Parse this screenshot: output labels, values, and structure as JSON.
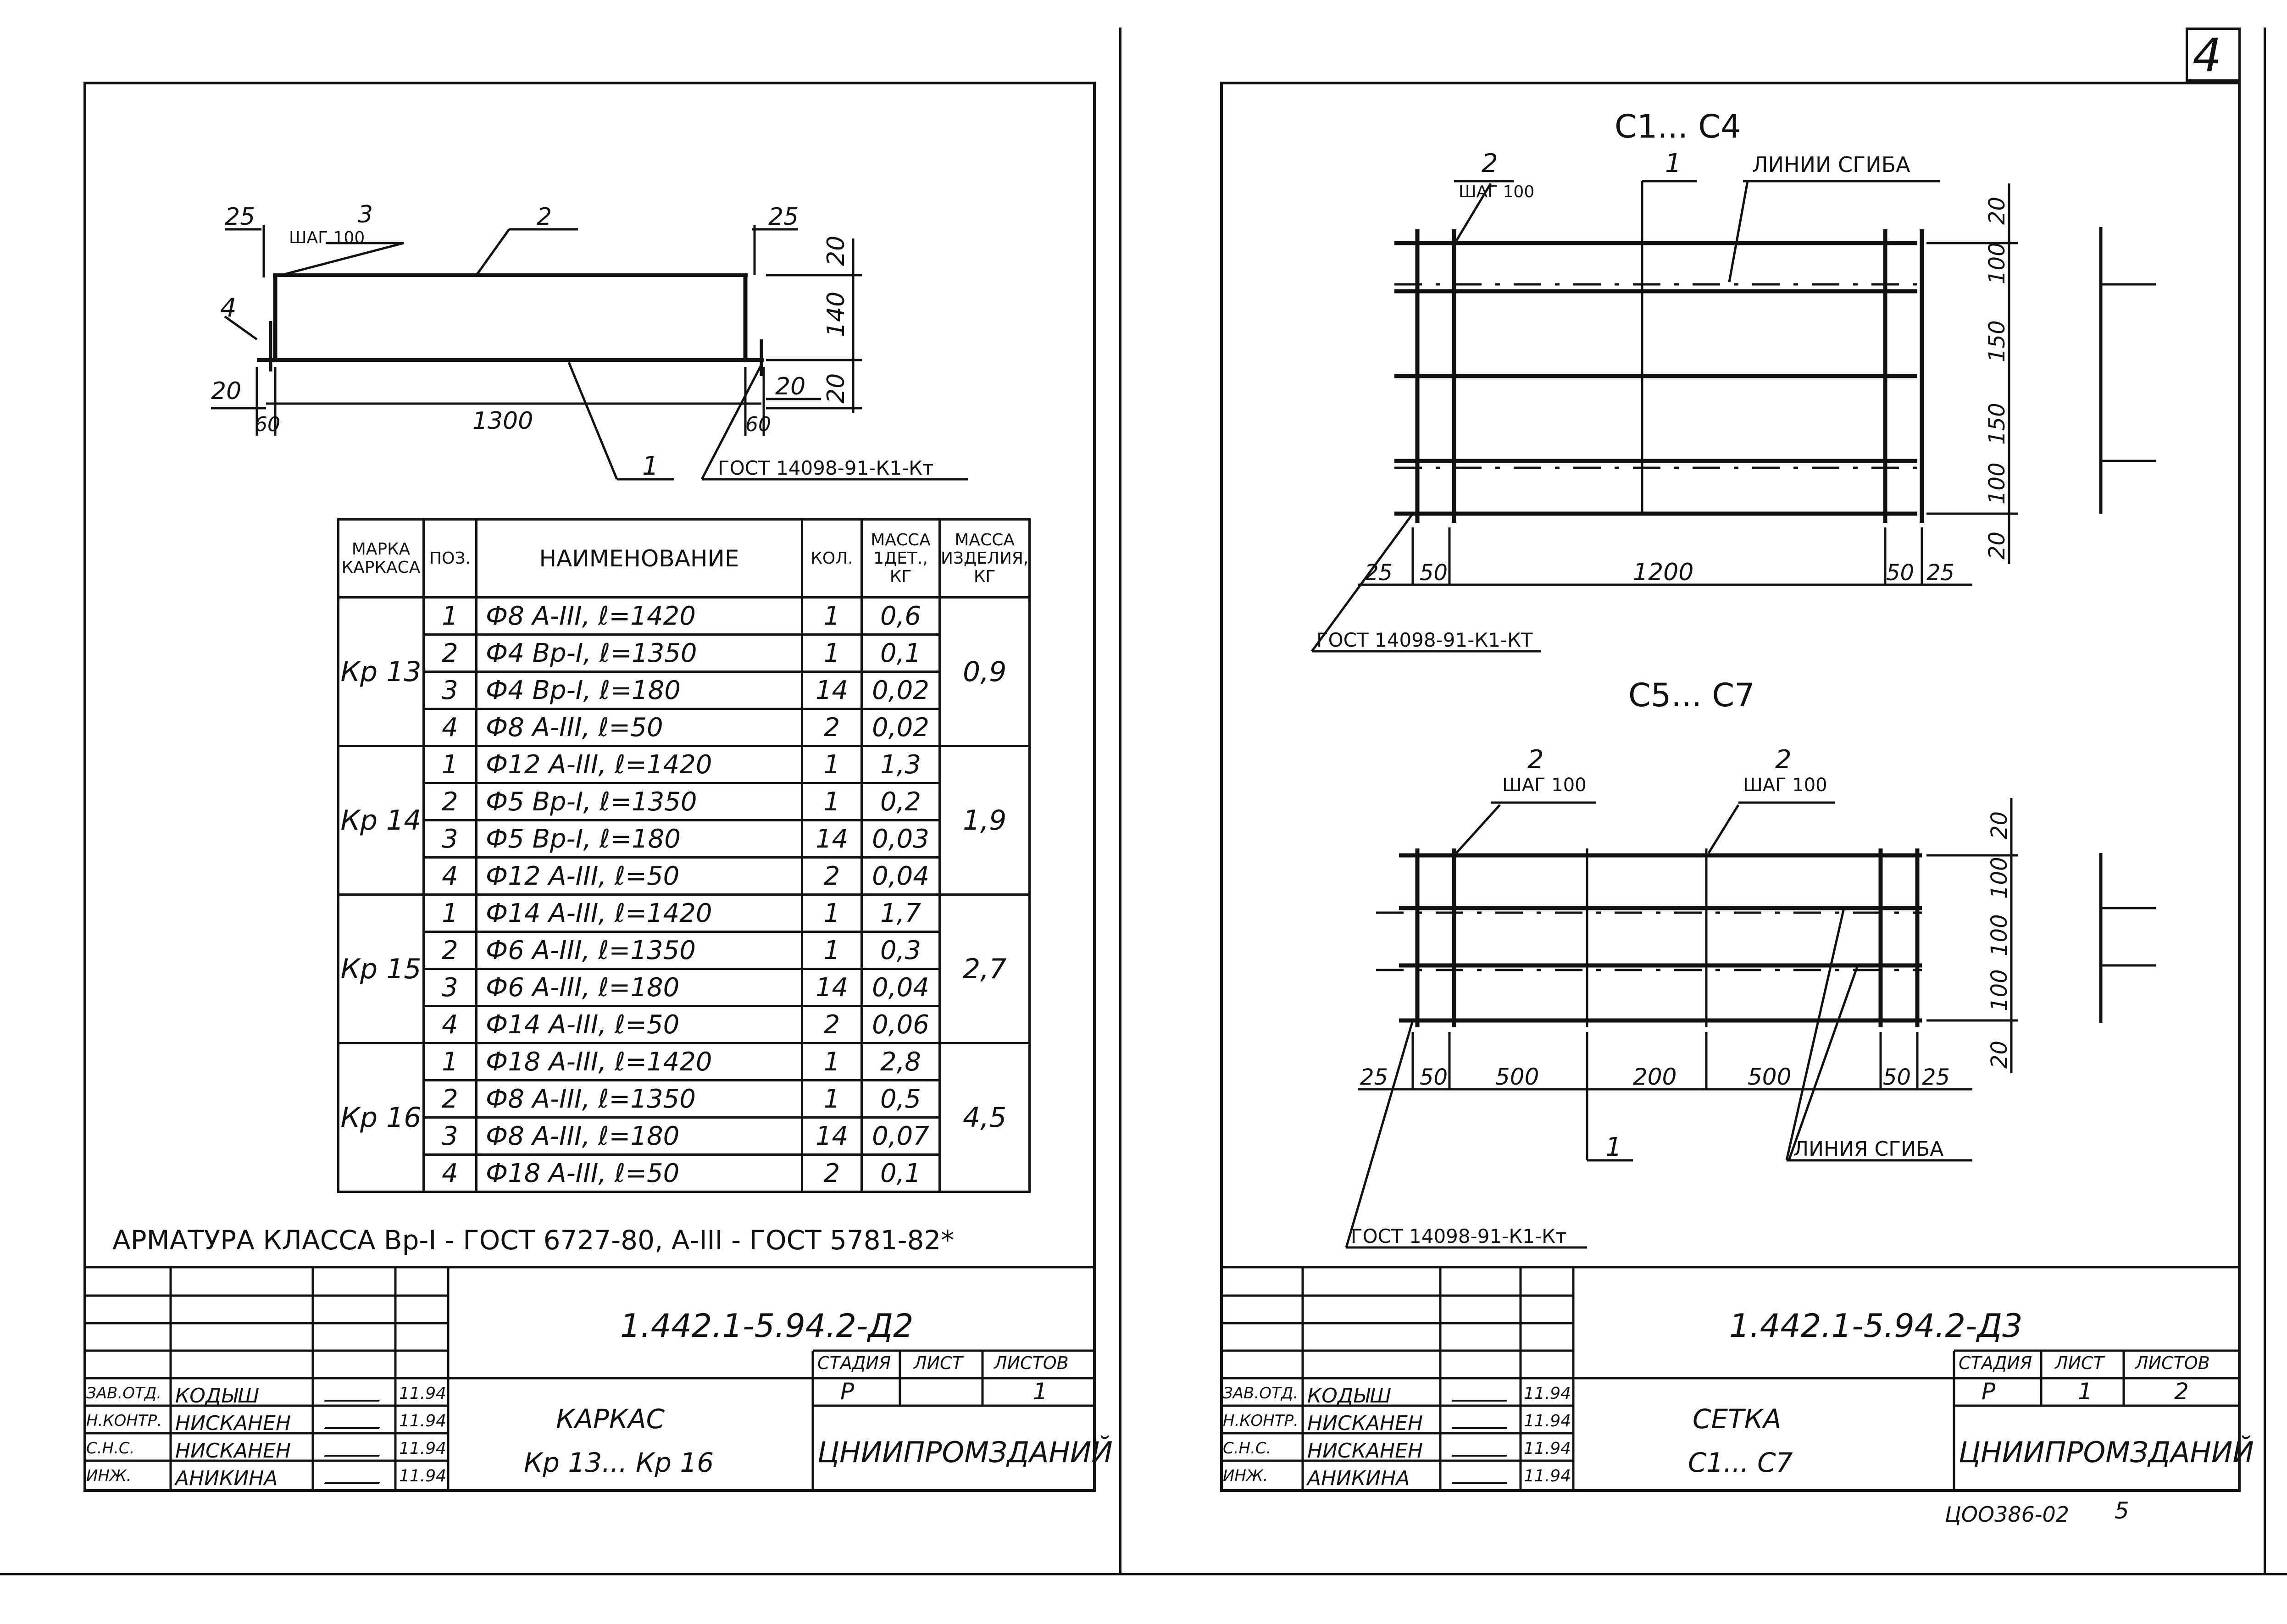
{
  "sheet_number": "4",
  "page_number": "5",
  "archive_code": "ЦОО386-02",
  "left": {
    "drawing": {
      "dims_top": [
        "25",
        "3",
        "2",
        "25"
      ],
      "step_label": "ШАГ 100",
      "pos4": "4",
      "dims_right": [
        "20",
        "140",
        "20"
      ],
      "dim_20_left": "20",
      "dim_20_right": "20",
      "dims_bottom": [
        "60",
        "1300",
        "60"
      ],
      "pos1": "1",
      "gost": "ГОСТ 14098-91-К1-Кт"
    },
    "table": {
      "headers": [
        "МАРКА КАРКАСА",
        "ПОЗ.",
        "НАИМЕНОВАНИЕ",
        "КОЛ.",
        "МАССА 1ДЕТ., КГ",
        "МАССА ИЗДЕЛИЯ, КГ"
      ],
      "groups": [
        {
          "mark": "Кр 13",
          "total": "0,9",
          "rows": [
            {
              "pos": "1",
              "name": "Ф8 А-III, ℓ=1420",
              "qty": "1",
              "mass": "0,6"
            },
            {
              "pos": "2",
              "name": "Ф4 Вр-I, ℓ=1350",
              "qty": "1",
              "mass": "0,1"
            },
            {
              "pos": "3",
              "name": "Ф4 Вр-I, ℓ=180",
              "qty": "14",
              "mass": "0,02"
            },
            {
              "pos": "4",
              "name": "Ф8 А-III, ℓ=50",
              "qty": "2",
              "mass": "0,02"
            }
          ]
        },
        {
          "mark": "Кр 14",
          "total": "1,9",
          "rows": [
            {
              "pos": "1",
              "name": "Ф12 А-III, ℓ=1420",
              "qty": "1",
              "mass": "1,3"
            },
            {
              "pos": "2",
              "name": "Ф5 Вр-I, ℓ=1350",
              "qty": "1",
              "mass": "0,2"
            },
            {
              "pos": "3",
              "name": "Ф5 Вр-I, ℓ=180",
              "qty": "14",
              "mass": "0,03"
            },
            {
              "pos": "4",
              "name": "Ф12 А-III, ℓ=50",
              "qty": "2",
              "mass": "0,04"
            }
          ]
        },
        {
          "mark": "Кр 15",
          "total": "2,7",
          "rows": [
            {
              "pos": "1",
              "name": "Ф14 А-III, ℓ=1420",
              "qty": "1",
              "mass": "1,7"
            },
            {
              "pos": "2",
              "name": "Ф6 А-III, ℓ=1350",
              "qty": "1",
              "mass": "0,3"
            },
            {
              "pos": "3",
              "name": "Ф6 А-III, ℓ=180",
              "qty": "14",
              "mass": "0,04"
            },
            {
              "pos": "4",
              "name": "Ф14 А-III, ℓ=50",
              "qty": "2",
              "mass": "0,06"
            }
          ]
        },
        {
          "mark": "Кр 16",
          "total": "4,5",
          "rows": [
            {
              "pos": "1",
              "name": "Ф18 А-III, ℓ=1420",
              "qty": "1",
              "mass": "2,8"
            },
            {
              "pos": "2",
              "name": "Ф8 А-III, ℓ=1350",
              "qty": "1",
              "mass": "0,5"
            },
            {
              "pos": "3",
              "name": "Ф8 А-III, ℓ=180",
              "qty": "14",
              "mass": "0,07"
            },
            {
              "pos": "4",
              "name": "Ф18 А-III, ℓ=50",
              "qty": "2",
              "mass": "0,1"
            }
          ]
        }
      ]
    },
    "note": "АРМАТУРА КЛАССА Вр-I - ГОСТ 6727-80, А-III - ГОСТ 5781-82*",
    "title_block": {
      "doc_code": "1.442.1-5.94.2-Д2",
      "title1": "КАРКАС",
      "title2": "Кр 13... Кр 16",
      "stage_h": "СТАДИЯ",
      "sheet_h": "ЛИСТ",
      "sheets_h": "ЛИСТОВ",
      "stage": "Р",
      "sheet": "",
      "sheets": "1",
      "org": "ЦНИИПРОМЗДАНИЙ",
      "people": [
        {
          "role": "ЗАВ.ОТД.",
          "name": "КОДЫШ",
          "date": "11.94"
        },
        {
          "role": "Н.КОНТР.",
          "name": "НИСКАНЕН",
          "date": "11.94"
        },
        {
          "role": "С.Н.С.",
          "name": "НИСКАНЕН",
          "date": "11.94"
        },
        {
          "role": "ИНЖ.",
          "name": "АНИКИНА",
          "date": "11.94"
        }
      ]
    }
  },
  "right": {
    "d1": {
      "title": "С1... С4",
      "pos2": "2",
      "step": "ШАГ 100",
      "pos1": "1",
      "bend": "ЛИНИИ СГИБА",
      "dims_right": [
        "20",
        "100",
        "150",
        "150",
        "100",
        "20"
      ],
      "dims_bottom": [
        "25",
        "50",
        "1200",
        "50",
        "25"
      ],
      "gost": "ГОСТ 14098-91-К1-КТ"
    },
    "d2": {
      "title": "С5... С7",
      "pos2a": "2",
      "step_a": "ШАГ 100",
      "pos2b": "2",
      "step_b": "ШАГ 100",
      "dims_right": [
        "20",
        "100",
        "100",
        "100",
        "20"
      ],
      "dims_bottom": [
        "25",
        "50",
        "500",
        "200",
        "500",
        "50",
        "25"
      ],
      "pos1": "1",
      "bend": "ЛИНИЯ СГИБА",
      "gost": "ГОСТ 14098-91-К1-Кт"
    },
    "title_block": {
      "doc_code": "1.442.1-5.94.2-Д3",
      "title1": "СЕТКА",
      "title2": "С1... С7",
      "stage_h": "СТАДИЯ",
      "sheet_h": "ЛИСТ",
      "sheets_h": "ЛИСТОВ",
      "stage": "Р",
      "sheet": "1",
      "sheets": "2",
      "org": "ЦНИИПРОМЗДАНИЙ",
      "people": [
        {
          "role": "ЗАВ.ОТД.",
          "name": "КОДЫШ",
          "date": "11.94"
        },
        {
          "role": "Н.КОНТР.",
          "name": "НИСКАНЕН",
          "date": "11.94"
        },
        {
          "role": "С.Н.С.",
          "name": "НИСКАНЕН",
          "date": "11.94"
        },
        {
          "role": "ИНЖ.",
          "name": "АНИКИНА",
          "date": "11.94"
        }
      ]
    }
  }
}
